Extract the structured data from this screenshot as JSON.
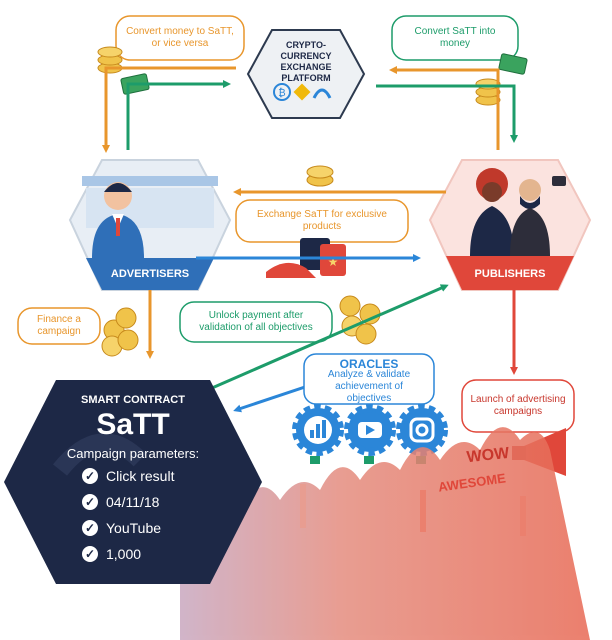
{
  "labels": {
    "convert_money": "Convert money to SaTT, or vice versa",
    "convert_satt": "Convert SaTT into money",
    "exchange_platform": "CRYPTO-CURRENCY EXCHANGE PLATFORM",
    "exchange_products": "Exchange SaTT for exclusive products",
    "advertisers": "ADVERTISERS",
    "publishers": "PUBLISHERS",
    "finance_campaign": "Finance a campaign",
    "unlock_payment": "Unlock payment after validation of all objectives",
    "oracles_title": "ORACLES",
    "oracles_sub": "Analyze & validate achievement of objectives",
    "launch_campaigns": "Launch of advertising campaigns",
    "wow": "WOW",
    "awesome": "AWESOME"
  },
  "smart_contract": {
    "header": "SMART CONTRACT",
    "name": "SaTT",
    "params_label": "Campaign parameters:",
    "params": [
      "Click result",
      "04/11/18",
      "YouTube",
      "1,000"
    ]
  },
  "colors": {
    "orange": "#e8962c",
    "green": "#1d9c6a",
    "blue": "#2b86d8",
    "red": "#e0473a",
    "navy": "#1d2846",
    "advertiser_blue": "#2f6fb8",
    "publisher_red": "#e0473a"
  },
  "icons": [
    "coin-stack-icon",
    "money-bill-icon",
    "bitcoin-icon",
    "binance-icon",
    "kraken-icon",
    "shopping-bag-icon",
    "sneaker-icon",
    "analytics-gear-icon",
    "youtube-gear-icon",
    "instagram-gear-icon",
    "megaphone-icon",
    "check-icon"
  ]
}
